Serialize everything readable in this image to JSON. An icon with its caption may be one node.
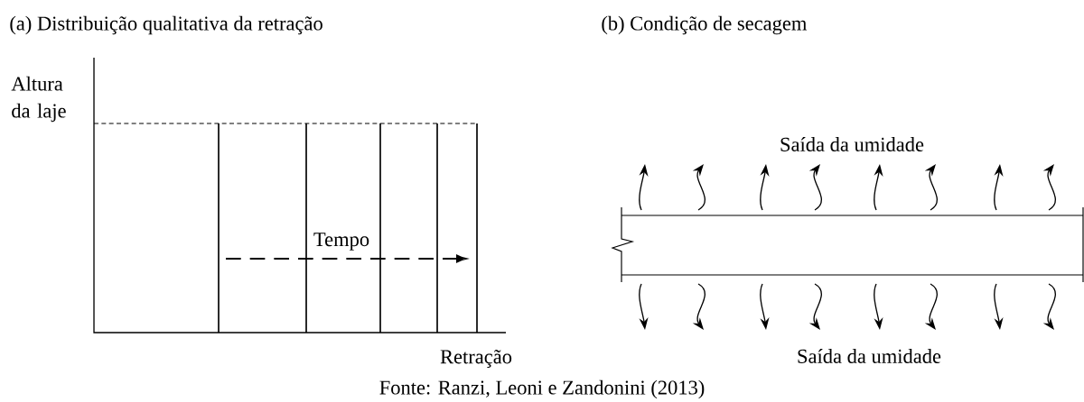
{
  "diagram": {
    "caption": "Fonte: Ranzi, Leoni e Zandonini (2013)",
    "labels": [
      "(a) Distribuição qualitativa da retração",
      "(b) Condição de secagem",
      "Altura da laje",
      "Tempo",
      "Retração",
      "Saída da umidade",
      "Saída da umidade"
    ]
  }
}
